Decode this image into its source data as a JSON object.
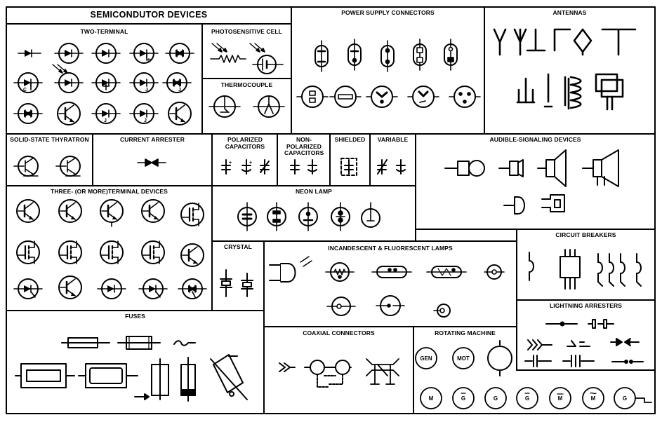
{
  "title": "SEMICONDUTOR DEVICES",
  "sections": {
    "two_terminal": "TWO-TERMINAL",
    "photosensitive_cell": "PHOTOSENSITIVE CELL",
    "thermocouple": "THERMOCOUPLE",
    "power_supply_connectors": "POWER SUPPLY CONNECTORS",
    "antennas": "ANTENNAS",
    "solid_state_thyratron": "SOLID-STATE THYRATRON",
    "current_arrester": "CURRENT ARRESTER",
    "polarized_capacitors": "POLARIZED CAPACITORS",
    "non_polarized_capacitors": "NON-POLARIZED CAPACITORS",
    "shielded": "SHIELDED",
    "variable": "VARIABLE",
    "audible_signaling_devices": "AUDIBLE-SIGNALING DEVICES",
    "three_terminal_devices": "THREE- (OR MORE)TERMINAL DEVICES",
    "neon_lamp": "NEON LAMP",
    "crystal": "CRYSTAL",
    "incandescent_fluorescent_lamps": "INCANDESCENT & FLUORESCENT LAMPS",
    "circuit_breakers": "CIRCUIT BREAKERS",
    "lightning_arresters": "LIGHTNING ARRESTERS",
    "fuses": "FUSES",
    "coaxial_connectors": "COAXIAL CONNECTORS",
    "rotating_machine": "ROTATING MACHINE"
  },
  "rotating_machine_labels": [
    "GEN",
    "MOT",
    "M",
    "G",
    "G",
    "G",
    "M",
    "M",
    "G"
  ],
  "diode_letters": [
    "J",
    "J",
    "J",
    "J",
    "C"
  ]
}
